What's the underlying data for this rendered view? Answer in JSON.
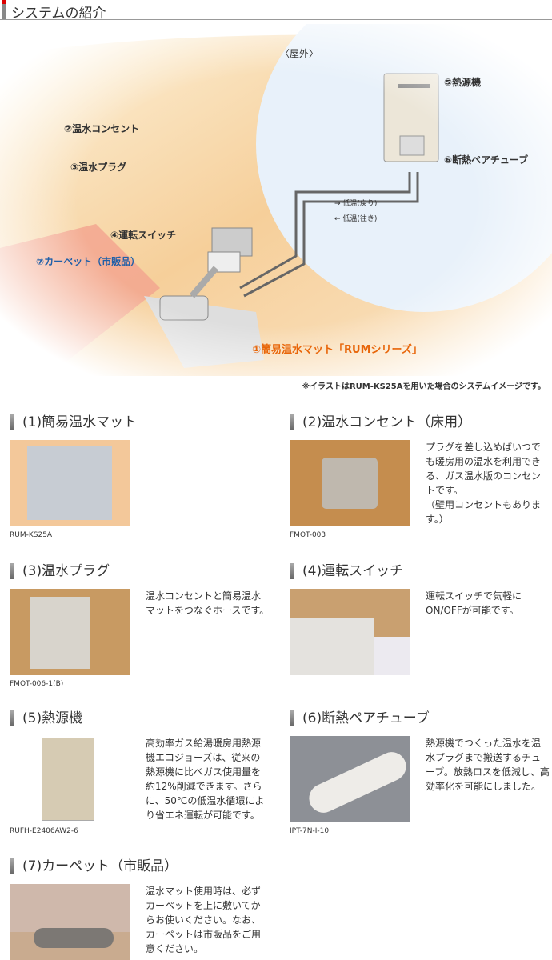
{
  "header": {
    "title": "システムの紹介"
  },
  "diagram": {
    "outdoor": "〈屋外〉",
    "labels": [
      "②温水コンセント",
      "③温水プラグ",
      "④運転スイッチ",
      "⑦カーペット（市販品）",
      "①簡易温水マット「RUMシリーズ」",
      "⑤熱源機",
      "⑥断熱ペアチューブ"
    ],
    "return": "→ 低温(戻り)",
    "supply": "← 低温(往き)",
    "note": "※イラストはRUM-KS25Aを用いた場合のシステムイメージです。"
  },
  "colors": {
    "accent_orange": "#e8660a",
    "carpet_label": "#1f5fa8",
    "outdoor_circle": "#e8f1fa"
  },
  "sections": [
    {
      "title": "(1)簡易温水マット",
      "caption": "RUM-KS25A",
      "text": ""
    },
    {
      "title": "(2)温水コンセント（床用）",
      "caption": "FMOT-003",
      "text": "プラグを差し込めばいつでも暖房用の温水を利用できる、ガス温水版のコンセントです。\n（壁用コンセントもあります。）"
    },
    {
      "title": "(3)温水プラグ",
      "caption": "FMOT-006-1(B)",
      "text": "温水コンセントと簡易温水マットをつなぐホースです。"
    },
    {
      "title": "(4)運転スイッチ",
      "caption": "",
      "text": "運転スイッチで気軽にON/OFFが可能です。"
    },
    {
      "title": "(5)熱源機",
      "caption": "RUFH-E2406AW2-6",
      "text": "高効率ガス給湯暖房用熱源機エコジョーズは、従来の熱源機に比べガス使用量を約12%削減できます。さらに、50℃の低温水循環により省エネ運転が可能です。"
    },
    {
      "title": "(6)断熱ペアチューブ",
      "caption": "IPT-7N-I-10",
      "text": "熱源機でつくった温水を温水プラグまで搬送するチューブ。放熱ロスを低減し、高効率化を可能にしました。"
    },
    {
      "title": "(7)カーペット（市販品）",
      "caption": "",
      "text": "温水マット使用時は、必ずカーペットを上に敷いてからお使いください。なお、カーペットは市販品をご用意ください。"
    }
  ]
}
